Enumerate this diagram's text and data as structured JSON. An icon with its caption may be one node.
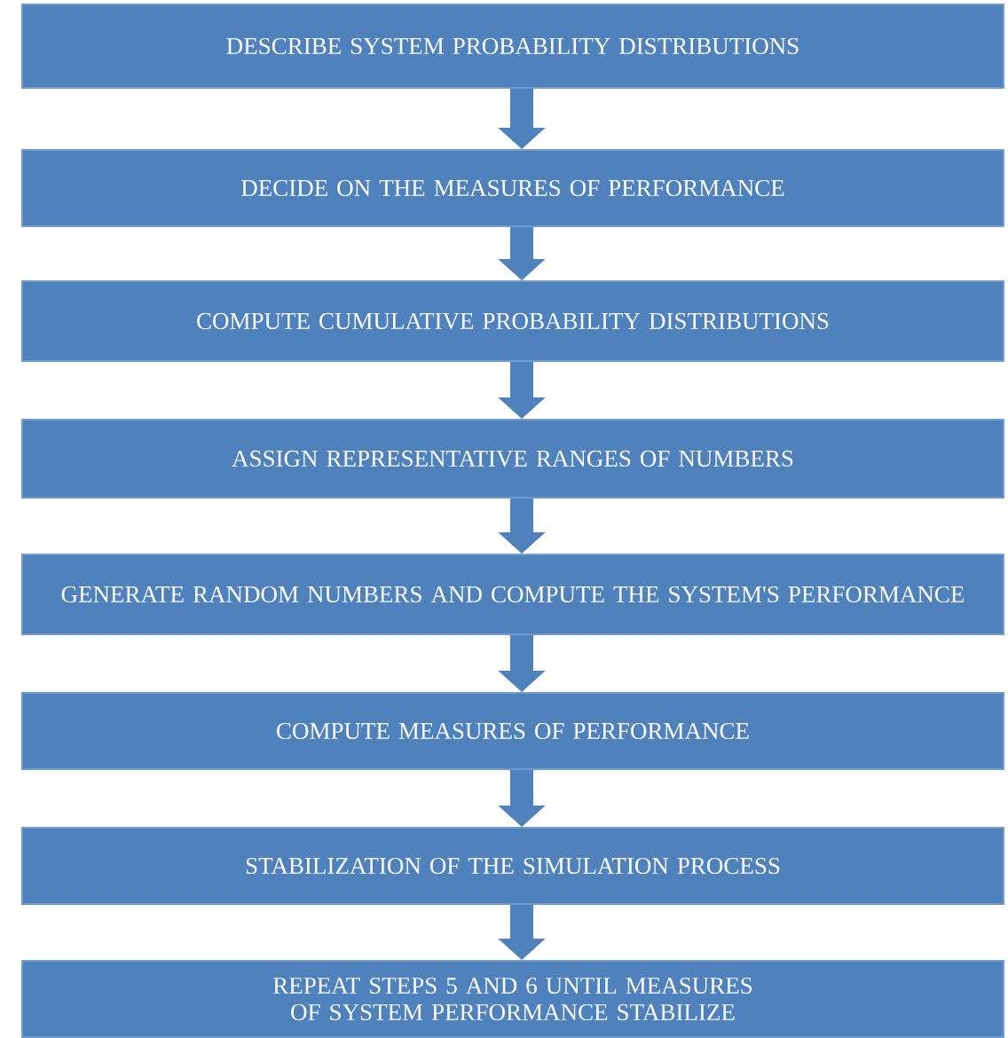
{
  "diagram": {
    "nodes": [
      {
        "text": [
          "DESCRIBE SYSTEM PROBABILITY DISTRIBUTIONS"
        ]
      },
      {
        "text": [
          "DECIDE ON THE MEASURES OF PERFORMANCE"
        ]
      },
      {
        "text": [
          "COMPUTE CUMULATIVE PROBABILITY DISTRIBUTIONS"
        ]
      },
      {
        "text": [
          "ASSIGN REPRESENTATIVE RANGES OF NUMBERS"
        ]
      },
      {
        "text": [
          "GENERATE RANDOM NUMBERS AND COMPUTE THE SYSTEM'S PERFORMANCE"
        ]
      },
      {
        "text": [
          "COMPUTE MEASURES OF PERFORMANCE"
        ]
      },
      {
        "text": [
          "STABILIZATION OF THE SIMULATION PROCESS"
        ]
      },
      {
        "text": [
          "REPEAT STEPS 5 AND 6 UNTIL MEASURES OF SYSTEM PERFORMANCE STABILIZE"
        ]
      }
    ],
    "edges": [
      {
        "from": 0,
        "to": 1,
        "arrow": "to"
      },
      {
        "from": 1,
        "to": 2,
        "arrow": "to"
      },
      {
        "from": 2,
        "to": 3,
        "arrow": "to"
      },
      {
        "from": 3,
        "to": 4,
        "arrow": "to"
      },
      {
        "from": 4,
        "to": 5,
        "arrow": "to"
      },
      {
        "from": 5,
        "to": 6,
        "arrow": "to"
      },
      {
        "from": 6,
        "to": 7,
        "arrow": "to"
      }
    ]
  }
}
